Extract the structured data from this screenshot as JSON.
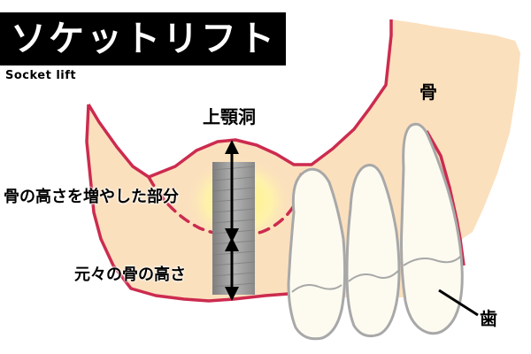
{
  "header": {
    "title": "ソケットリフト",
    "subtitle": "Socket lift"
  },
  "labels": {
    "sinus": "上顎洞",
    "bone": "骨",
    "added_bone_height": "骨の高さを増やした部分",
    "original_bone_height": "元々の骨の高さ",
    "tooth": "歯"
  },
  "colors": {
    "bone_fill": "#fbe0be",
    "outline": "#cc2b4f",
    "graft_glow": "#fff27a",
    "implant": "#9a9a9a",
    "tooth_fill": "#fdfbf0",
    "tooth_outline": "#a8a8a8",
    "arrow": "#000000",
    "title_bg": "#000000",
    "title_text": "#ffffff"
  }
}
